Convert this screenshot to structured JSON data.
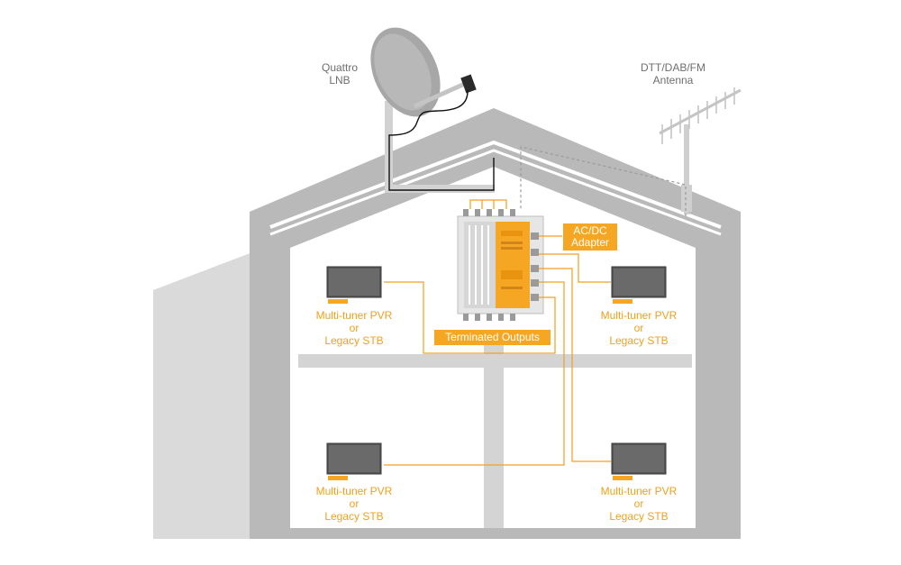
{
  "labels": {
    "lnb": [
      "Quattro",
      "LNB"
    ],
    "antenna": [
      "DTT/DAB/FM",
      "Antenna"
    ],
    "adapter": [
      "AC/DC",
      "Adapter"
    ],
    "terminated": "Terminated Outputs"
  },
  "rooms": [
    {
      "line1": "Multi-tuner PVR",
      "line2": "or",
      "line3": "Legacy STB"
    },
    {
      "line1": "Multi-tuner PVR",
      "line2": "or",
      "line3": "Legacy STB"
    },
    {
      "line1": "Multi-tuner PVR",
      "line2": "or",
      "line3": "Legacy STB"
    },
    {
      "line1": "Multi-tuner PVR",
      "line2": "or",
      "line3": "Legacy STB"
    }
  ],
  "colors": {
    "house": "#b8b8b8",
    "interior": "#ffffff",
    "accent": "#f5a623",
    "tv": "#555555",
    "text_grey": "#6e6e6e"
  }
}
